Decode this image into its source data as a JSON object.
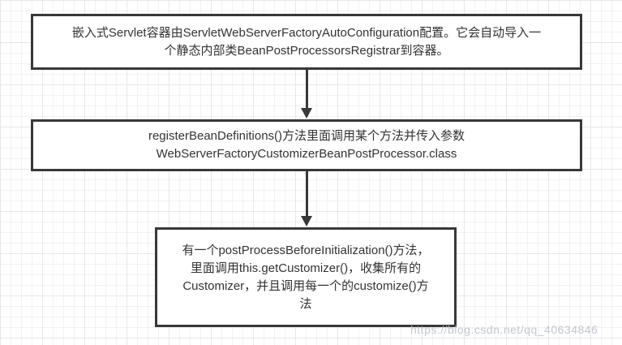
{
  "canvas": {
    "background": "#ffffff",
    "grid_minor_color": "#f2f2f2",
    "grid_major_color": "#e7e7e7",
    "node_border_color": "#383838",
    "node_fill_color": "#ffffff",
    "text_color": "#333333",
    "arrow_color": "#383838"
  },
  "nodes": [
    {
      "id": "node-1",
      "lines": [
        "嵌入式Servlet容器由ServletWebServerFactoryAutoConfiguration配置。它会自动导入一",
        "个静态内部类BeanPostProcessorsRegistrar到容器。"
      ]
    },
    {
      "id": "node-2",
      "lines": [
        "registerBeanDefinitions()方法里面调用某个方法并传入参数",
        "WebServerFactoryCustomizerBeanPostProcessor.class"
      ]
    },
    {
      "id": "node-3",
      "lines": [
        "有一个postProcessBeforeInitialization()方法，",
        "里面调用this.getCustomizer()，收集所有的",
        "Customizer，并且调用每一个的customize()方",
        "法"
      ]
    }
  ],
  "watermark": {
    "text": "https://blog.csdn.net/qq_40634846",
    "color": "#b7bec6"
  }
}
